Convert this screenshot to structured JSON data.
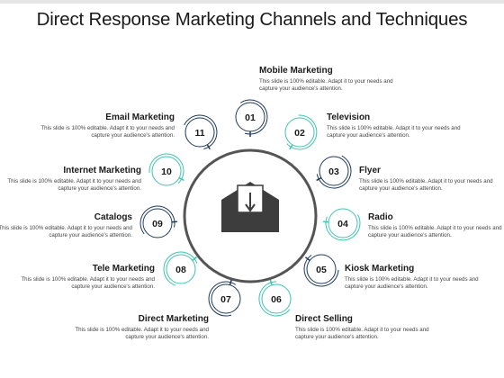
{
  "title": "Direct Response Marketing Channels and Techniques",
  "description": "This slide is 100% editable. Adapt it to your needs and capture your audience's attention.",
  "colors": {
    "teal": "#3fc3b0",
    "navy": "#1f3a5a",
    "ring": "#555555",
    "envelope": "#3d3d3d"
  },
  "center_icon": "envelope-download-icon",
  "items": [
    {
      "num": "01",
      "label": "Mobile Marketing"
    },
    {
      "num": "02",
      "label": "Television"
    },
    {
      "num": "03",
      "label": "Flyer"
    },
    {
      "num": "04",
      "label": "Radio"
    },
    {
      "num": "05",
      "label": "Kiosk Marketing"
    },
    {
      "num": "06",
      "label": "Direct Selling"
    },
    {
      "num": "07",
      "label": "Direct Marketing"
    },
    {
      "num": "08",
      "label": "Tele Marketing"
    },
    {
      "num": "09",
      "label": "Catalogs"
    },
    {
      "num": "10",
      "label": "Internet Marketing"
    },
    {
      "num": "11",
      "label": "Email Marketing"
    }
  ]
}
